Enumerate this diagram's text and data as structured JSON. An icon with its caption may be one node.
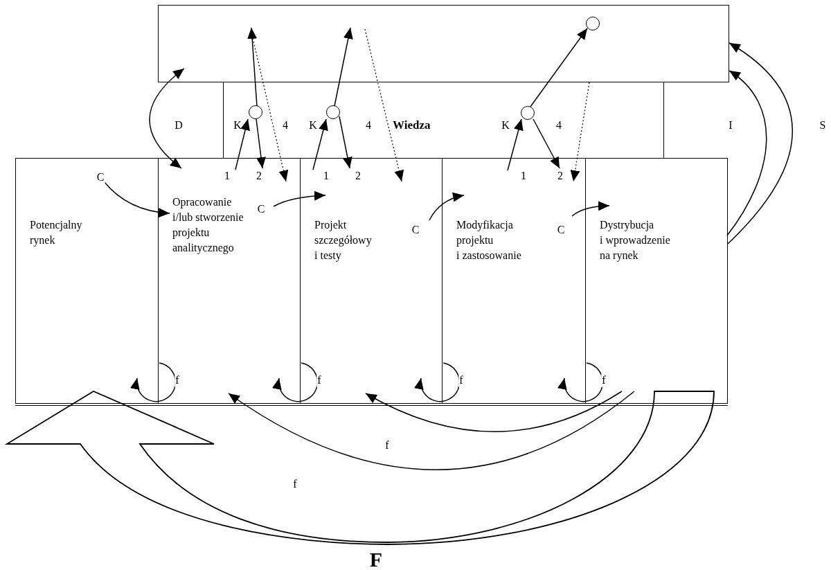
{
  "diagram": {
    "nodes": [
      {
        "text": [],
        "shape": "box"
      },
      {
        "text": [
          "Wiedza"
        ]
      },
      {
        "text": [
          "Potencjalny rynek"
        ]
      },
      {
        "text": [
          "Opracowanie i/lub stworzenie projektu analitycznego"
        ]
      },
      {
        "text": [
          "Projekt szczegółowy i testy"
        ]
      },
      {
        "text": [
          "Modyfikacja projektu i zastosowanie"
        ]
      },
      {
        "text": [
          "Dystrybucja i wprowadzenie na rynek"
        ]
      },
      {
        "text": [],
        "shape": "circle",
        "in": 1
      },
      {
        "text": [],
        "shape": "circle",
        "in": 1
      },
      {
        "text": [],
        "shape": "circle",
        "in": 1
      },
      {
        "text": [],
        "shape": "circle",
        "in": 0
      }
    ],
    "edges": [
      {
        "from": 0,
        "to": 3,
        "arrow": "both"
      },
      {
        "from": 2,
        "to": 3,
        "arrow": "to",
        "label": "C"
      },
      {
        "from": 3,
        "to": 4,
        "arrow": "to",
        "label": "C"
      },
      {
        "from": 4,
        "to": 5,
        "arrow": "to",
        "label": "C"
      },
      {
        "from": 5,
        "to": 6,
        "arrow": "to",
        "label": "C"
      },
      {
        "from": 3,
        "to": 7,
        "arrow": "to"
      },
      {
        "from": 7,
        "to": 0,
        "arrow": "to"
      },
      {
        "from": 7,
        "to": 3,
        "arrow": "to"
      },
      {
        "from": 0,
        "to": 3,
        "arrow": "to",
        "style": "dashed"
      },
      {
        "from": 4,
        "to": 8,
        "arrow": "to"
      },
      {
        "from": 8,
        "to": 0,
        "arrow": "to"
      },
      {
        "from": 8,
        "to": 4,
        "arrow": "to"
      },
      {
        "from": 0,
        "to": 4,
        "arrow": "to",
        "style": "dashed"
      },
      {
        "from": 5,
        "to": 9,
        "arrow": "to"
      },
      {
        "from": 9,
        "to": 10,
        "arrow": "to"
      },
      {
        "from": 9,
        "to": 5,
        "arrow": "to"
      },
      {
        "from": 0,
        "to": 5,
        "arrow": "to",
        "style": "dashed"
      },
      {
        "from": 6,
        "to": 0,
        "arrow": "to"
      },
      {
        "from": 6,
        "to": 0,
        "arrow": "to"
      },
      {
        "from": 3,
        "to": 2,
        "arrow": "to",
        "label": "f"
      },
      {
        "from": 4,
        "to": 3,
        "arrow": "to",
        "label": "f"
      },
      {
        "from": 5,
        "to": 4,
        "arrow": "to",
        "label": "f"
      },
      {
        "from": 6,
        "to": 5,
        "arrow": "to",
        "label": "f"
      },
      {
        "from": 6,
        "to": 4,
        "arrow": "to",
        "label": "f"
      },
      {
        "from": 6,
        "to": 3,
        "arrow": "to",
        "label": "f"
      },
      {
        "from": 6,
        "to": 2,
        "arrow": "to",
        "label": "F",
        "style": "thick"
      }
    ],
    "labels": [
      "D",
      "K",
      "4",
      "K",
      "4",
      "K",
      "4",
      "I",
      "S",
      "1",
      "2",
      "1",
      "2",
      "1",
      "2"
    ]
  }
}
